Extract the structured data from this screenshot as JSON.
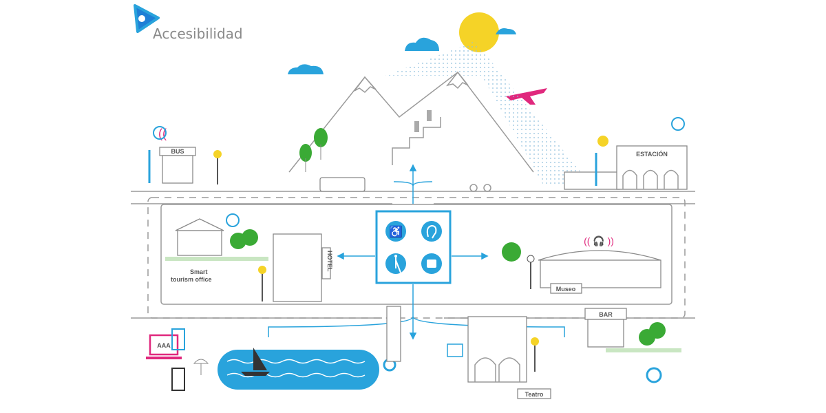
{
  "logo": {
    "text": "Accesibilidad"
  },
  "labels": {
    "bus": "BUS",
    "station": "ESTACIÓN",
    "tourism_office_line1": "Smart",
    "tourism_office_line2": "tourism office",
    "hotel": "HOTEL",
    "museum": "Museo",
    "bar": "BAR",
    "theatre": "Teatro",
    "web": "AAA"
  },
  "hub_icons": [
    "wheelchair-icon",
    "hearing-icon",
    "blind-cane-icon",
    "sign-language-icon"
  ],
  "colors": {
    "accent": "#29a3dc",
    "magenta": "#e0287d",
    "sun": "#f5d327",
    "tree": "#3aaa35",
    "line": "#9a9a9a"
  }
}
